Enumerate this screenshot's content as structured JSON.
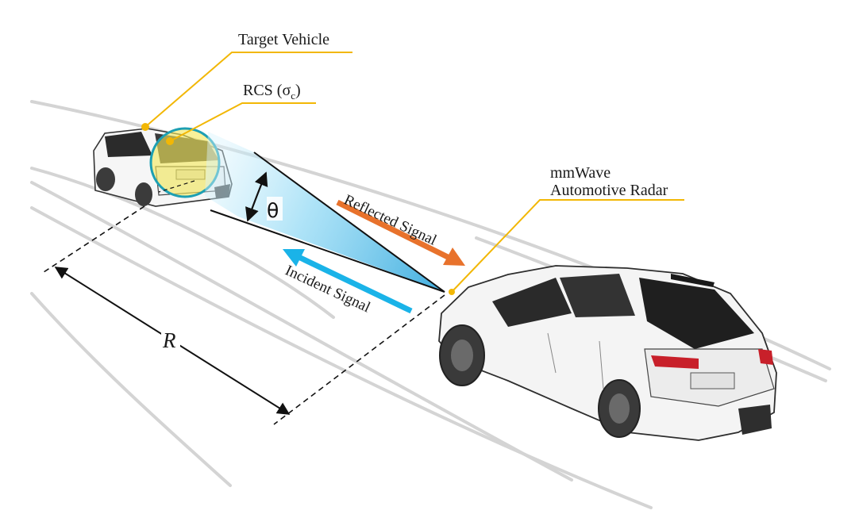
{
  "labels": {
    "target_vehicle": "Target Vehicle",
    "rcs_main": "RCS (σ",
    "rcs_sub": "c",
    "rcs_close": ")",
    "radar_line1": "mmWave",
    "radar_line2": "Automotive Radar",
    "reflected": "Reflected Signal",
    "incident": "Incident Signal",
    "theta": "θ",
    "range": "R"
  },
  "colors": {
    "leader_line": "#f2b705",
    "reflected_arrow": "#e8722c",
    "incident_arrow": "#1ab3e8",
    "beam": "#5fc6ee",
    "rcs_fill": "#f3e85a",
    "rcs_stroke": "#1d9fb3",
    "road": "#d4d4d4"
  },
  "icons": {
    "target_car": "suv-rear-icon",
    "radar_car": "hatchback-rear-icon"
  }
}
